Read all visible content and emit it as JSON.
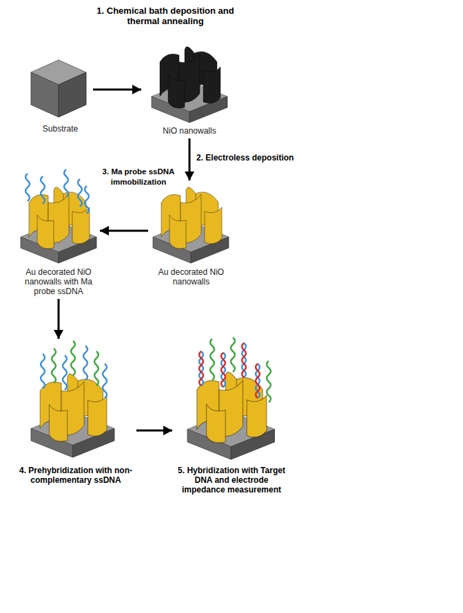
{
  "diagram": {
    "nodes": [
      {
        "text": [
          "Substrate"
        ]
      },
      {
        "text": [
          "NiO nanowalls"
        ]
      },
      {
        "text": [
          "Au decorated NiO nanowalls"
        ]
      },
      {
        "text": [
          "Au decorated NiO nanowalls with Ma probe ssDNA"
        ]
      },
      {
        "text": [
          "4. Prehybridization with non-complementary ssDNA"
        ]
      },
      {
        "text": [
          "5. Hybridization with Target DNA and electrode impedance measurement"
        ]
      }
    ],
    "edges": [
      {
        "from": 0,
        "to": 1,
        "arrow": "to",
        "label": "1. Chemical bath deposition and thermal annealing"
      },
      {
        "from": 1,
        "to": 2,
        "arrow": "to",
        "label": "2. Electroless deposition"
      },
      {
        "from": 2,
        "to": 3,
        "arrow": "to",
        "label": "3. Ma probe ssDNA immobilization"
      },
      {
        "from": 3,
        "to": 4,
        "arrow": "to"
      },
      {
        "from": 4,
        "to": 5,
        "arrow": "to"
      }
    ]
  }
}
